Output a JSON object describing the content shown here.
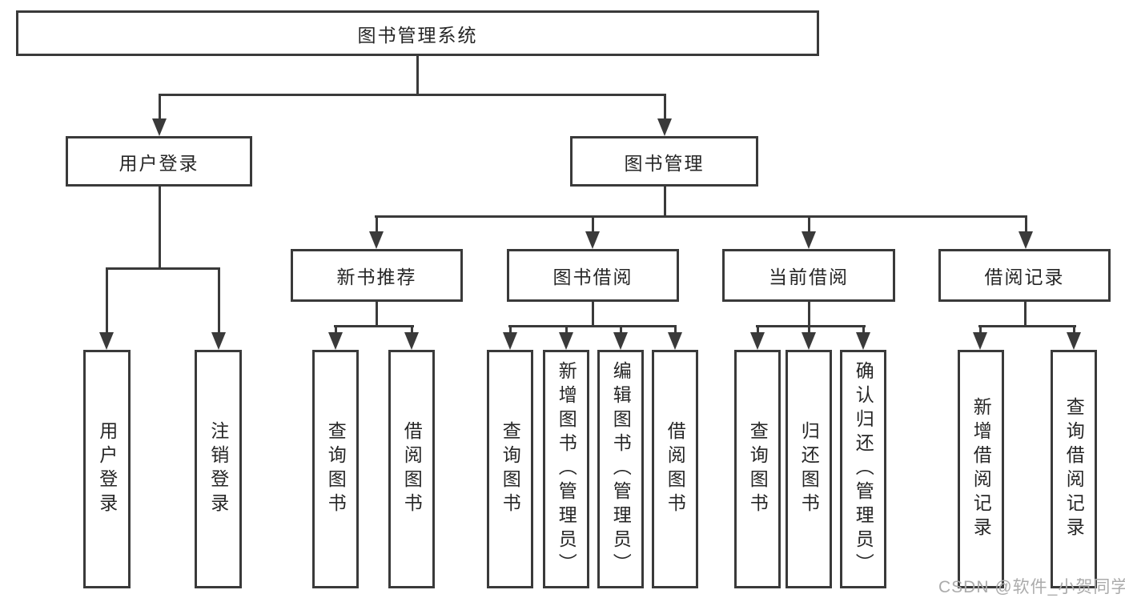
{
  "root": {
    "label": "图书管理系统"
  },
  "level2": {
    "user_login": {
      "label": "用户登录"
    },
    "book_mgmt": {
      "label": "图书管理"
    }
  },
  "level3": {
    "new_book": {
      "label": "新书推荐"
    },
    "borrow": {
      "label": "图书借阅"
    },
    "current": {
      "label": "当前借阅"
    },
    "records": {
      "label": "借阅记录"
    }
  },
  "leaves": {
    "user_login_action": {
      "label": "用户登录"
    },
    "logout": {
      "label": "注销登录"
    },
    "nb_query": {
      "label": "查询图书"
    },
    "nb_borrow": {
      "label": "借阅图书"
    },
    "bw_query": {
      "label": "查询图书"
    },
    "bw_add_admin": {
      "label": "新增图书（管理员）"
    },
    "bw_edit_admin": {
      "label": "编辑图书（管理员）"
    },
    "bw_borrow": {
      "label": "借阅图书"
    },
    "cu_query": {
      "label": "查询图书"
    },
    "cu_return": {
      "label": "归还图书"
    },
    "cu_confirm_admin": {
      "label": "确认归还（管理员）"
    },
    "rc_add": {
      "label": "新增借阅记录"
    },
    "rc_query": {
      "label": "查询借阅记录"
    }
  },
  "watermark": "CSDN @软件_小贺同学",
  "colors": {
    "line": "#3a3a3a",
    "text": "#262626",
    "watermark": "#ababab",
    "background": "#ffffff"
  }
}
